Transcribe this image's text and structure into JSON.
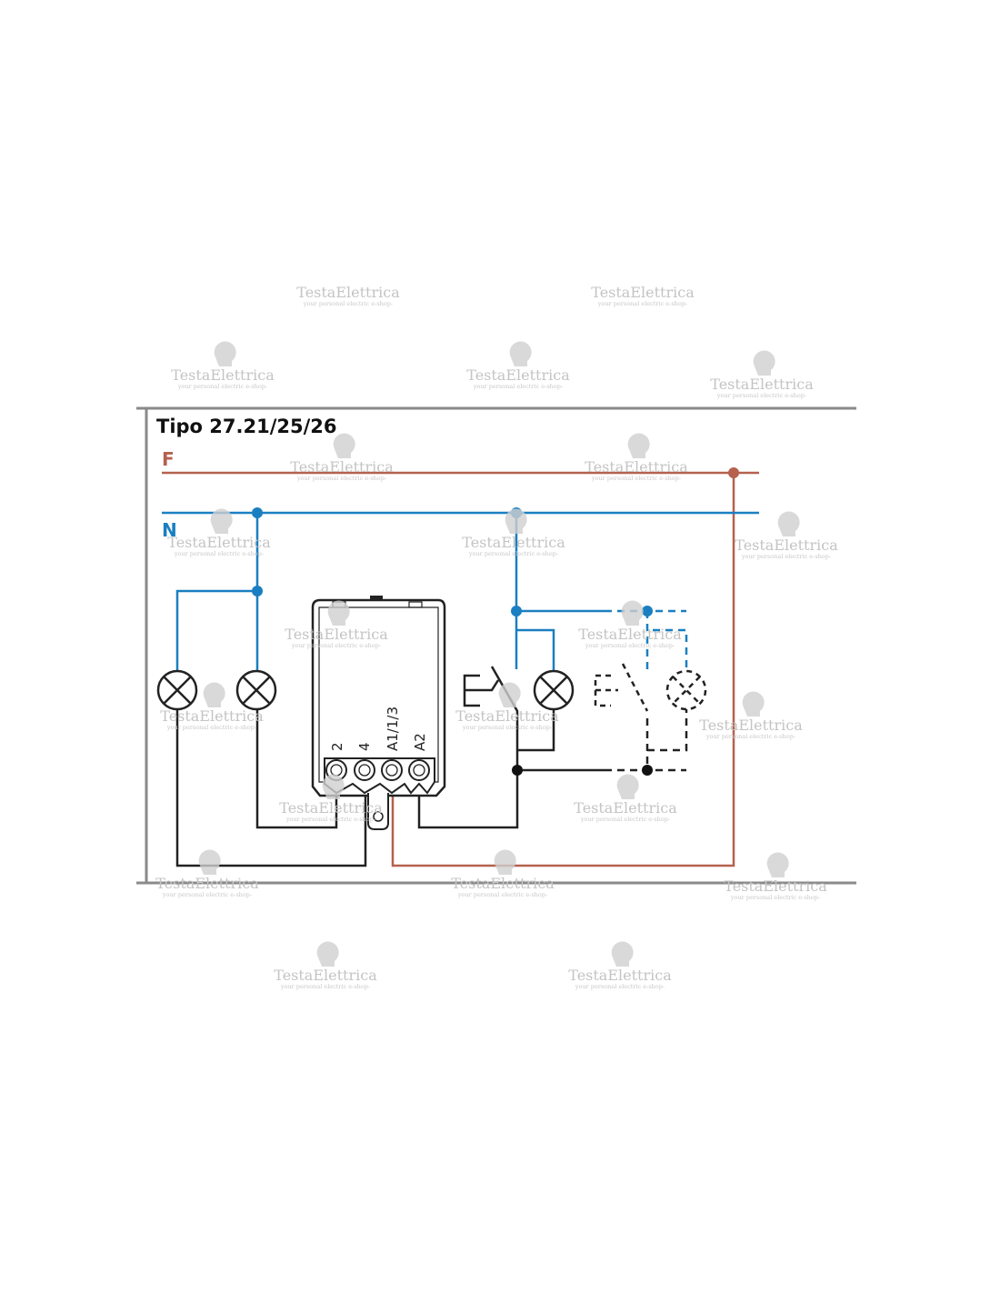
{
  "title": "Tipo 27.21/25/26",
  "lines": {
    "phase": "F",
    "neutral": "N"
  },
  "terminals": [
    "2",
    "4",
    "A1/1/3",
    "A2"
  ],
  "watermark": {
    "brand": "TestaElettrica",
    "tagline": "your personal electric e-shop-"
  },
  "colors": {
    "phase": "#b5614e",
    "neutral": "#1a7fc1",
    "wire": "#222222",
    "frame": "#8a8a8a"
  }
}
